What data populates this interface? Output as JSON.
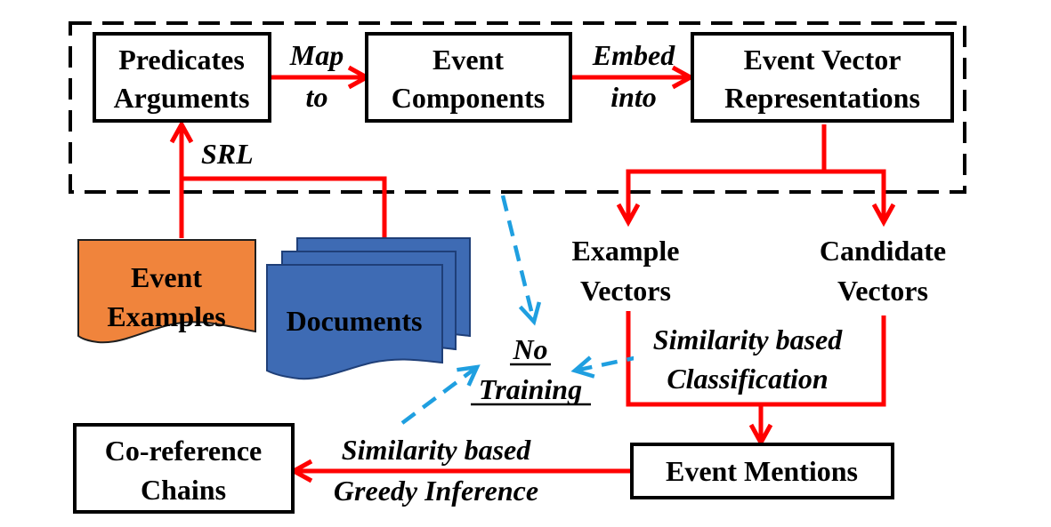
{
  "nodes": {
    "predicates_arguments": {
      "lines": [
        "Predicates",
        "Arguments"
      ]
    },
    "event_components": {
      "lines": [
        "Event",
        "Components"
      ]
    },
    "event_vector_representations": {
      "lines": [
        "Event Vector",
        "Representations"
      ]
    },
    "event_examples": {
      "lines": [
        "Event",
        "Examples"
      ]
    },
    "documents": {
      "label": "Documents"
    },
    "example_vectors": {
      "lines": [
        "Example",
        "Vectors"
      ]
    },
    "candidate_vectors": {
      "lines": [
        "Candidate",
        "Vectors"
      ]
    },
    "no_training": {
      "lines": [
        "No",
        "Training"
      ]
    },
    "event_mentions": {
      "label": "Event Mentions"
    },
    "coreference_chains": {
      "lines": [
        "Co-reference",
        "Chains"
      ]
    }
  },
  "edge_labels": {
    "map_to": [
      "Map",
      "to"
    ],
    "embed_into": [
      "Embed",
      "into"
    ],
    "srl": "SRL",
    "similarity_classification": [
      "Similarity based",
      "Classification"
    ],
    "similarity_greedy": [
      "Similarity based",
      "Greedy Inference"
    ]
  },
  "colors": {
    "flow_arrow": "#ff0000",
    "dashed_arrow": "#1f9fe0",
    "event_examples_fill": "#f0843c",
    "documents_fill": "#3e6bb4",
    "documents_stroke": "#1f3f78"
  }
}
